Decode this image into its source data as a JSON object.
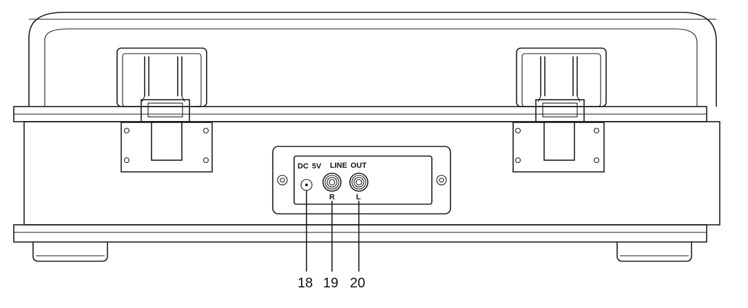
{
  "panel_labels": {
    "dc": "DC",
    "volt": "5V",
    "line": "LINE",
    "out": "OUT",
    "right": "R",
    "left": "L"
  },
  "callouts": {
    "dc_jack": "18",
    "line_out_right": "19",
    "line_out_left": "20"
  }
}
